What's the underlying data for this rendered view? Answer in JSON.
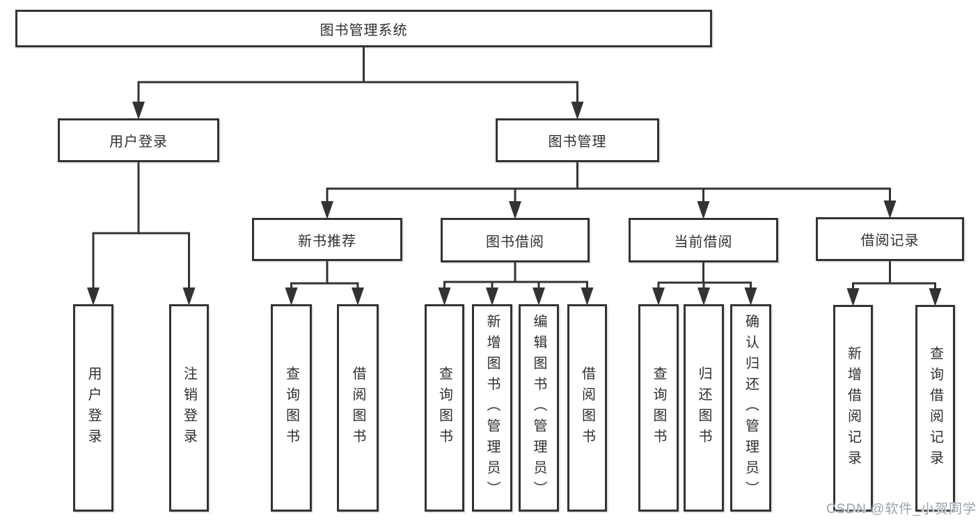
{
  "title": "图书管理系统",
  "colors": {
    "line": "#333333",
    "box_border": "#333333",
    "box_fill": "#ffffff",
    "text": "#2f2f2f",
    "watermark": "#9aa1af"
  },
  "nodes": [
    {
      "id": "root",
      "label": "图书管理系统",
      "orientation": "horizontal"
    },
    {
      "id": "user-login",
      "label": "用户登录",
      "orientation": "horizontal"
    },
    {
      "id": "book-mgmt",
      "label": "图书管理",
      "orientation": "horizontal"
    },
    {
      "id": "new-book-rec",
      "label": "新书推荐",
      "orientation": "horizontal"
    },
    {
      "id": "book-borrow",
      "label": "图书借阅",
      "orientation": "horizontal"
    },
    {
      "id": "current-borrow",
      "label": "当前借阅",
      "orientation": "horizontal"
    },
    {
      "id": "borrow-records",
      "label": "借阅记录",
      "orientation": "horizontal"
    },
    {
      "id": "leaf-user-login",
      "label": "用户登录",
      "orientation": "vertical"
    },
    {
      "id": "leaf-logout",
      "label": "注销登录",
      "orientation": "vertical"
    },
    {
      "id": "leaf-query-books-rec",
      "label": "查询图书",
      "orientation": "vertical"
    },
    {
      "id": "leaf-borrow-books-rec",
      "label": "借阅图书",
      "orientation": "vertical"
    },
    {
      "id": "leaf-query-books-borrow",
      "label": "查询图书",
      "orientation": "vertical"
    },
    {
      "id": "leaf-add-books",
      "label": "新增图书（管理员）",
      "orientation": "vertical"
    },
    {
      "id": "leaf-edit-books",
      "label": "编辑图书（管理员）",
      "orientation": "vertical"
    },
    {
      "id": "leaf-borrow-books",
      "label": "借阅图书",
      "orientation": "vertical"
    },
    {
      "id": "leaf-query-books-current",
      "label": "查询图书",
      "orientation": "vertical"
    },
    {
      "id": "leaf-return-books",
      "label": "归还图书",
      "orientation": "vertical"
    },
    {
      "id": "leaf-confirm-return",
      "label": "确认归还（管理员）",
      "orientation": "vertical"
    },
    {
      "id": "leaf-add-borrow-record",
      "label": "新增借阅记录",
      "orientation": "vertical"
    },
    {
      "id": "leaf-query-borrow-record",
      "label": "查询借阅记录",
      "orientation": "vertical"
    }
  ],
  "edges": [
    {
      "parent": "root",
      "children": [
        "user-login",
        "book-mgmt"
      ]
    },
    {
      "parent": "user-login",
      "children": [
        "leaf-user-login",
        "leaf-logout"
      ]
    },
    {
      "parent": "book-mgmt",
      "children": [
        "new-book-rec",
        "book-borrow",
        "current-borrow",
        "borrow-records"
      ]
    },
    {
      "parent": "new-book-rec",
      "children": [
        "leaf-query-books-rec",
        "leaf-borrow-books-rec"
      ]
    },
    {
      "parent": "book-borrow",
      "children": [
        "leaf-query-books-borrow",
        "leaf-add-books",
        "leaf-edit-books",
        "leaf-borrow-books"
      ]
    },
    {
      "parent": "current-borrow",
      "children": [
        "leaf-query-books-current",
        "leaf-return-books",
        "leaf-confirm-return"
      ]
    },
    {
      "parent": "borrow-records",
      "children": [
        "leaf-add-borrow-record",
        "leaf-query-borrow-record"
      ]
    }
  ],
  "watermark": {
    "text": "CSDN @软件_小贺同学"
  }
}
